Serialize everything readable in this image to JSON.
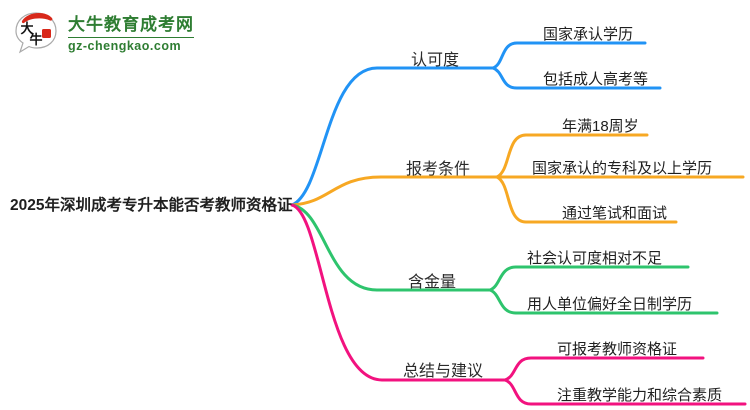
{
  "brand": {
    "name": "大牛教育成考网",
    "domain": "gz-chengkao.com",
    "logo_glyph": "大牛",
    "brand_color": "#2E7D32",
    "logo_red": "#D8281A"
  },
  "mindmap": {
    "root": "2025年深圳成考专升本能否考教师资格证",
    "text_color": "#1A1A1A",
    "branches": [
      {
        "label": "认可度",
        "color": "#2193F5",
        "children": [
          "国家承认学历",
          "包括成人高考等"
        ]
      },
      {
        "label": "报考条件",
        "color": "#F7A823",
        "children": [
          "年满18周岁",
          "国家承认的专科及以上学历",
          "通过笔试和面试"
        ]
      },
      {
        "label": "含金量",
        "color": "#2EC46D",
        "children": [
          "社会认可度相对不足",
          "用人单位偏好全日制学历"
        ]
      },
      {
        "label": "总结与建议",
        "color": "#F2127F",
        "children": [
          "可报考教师资格证",
          "注重教学能力和综合素质"
        ]
      }
    ]
  }
}
